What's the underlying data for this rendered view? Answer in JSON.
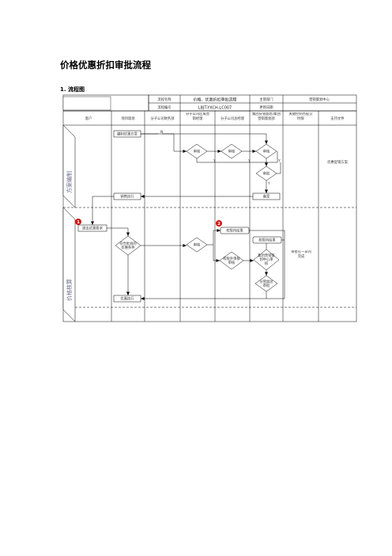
{
  "doc": {
    "title": "价格优惠折扣审批流程",
    "section": "1. 流程图"
  },
  "header": {
    "name_label": "流程名称",
    "name_value": "价格、优惠折扣审批流程",
    "dept_label": "主管部门",
    "dept_value": "营销策划中心",
    "code_label": "流程编号",
    "code_value": "LBJT-YXCH-LC007",
    "date_label": "更新日期",
    "date_value": ""
  },
  "columns": [
    "客户",
    "项目现场",
    "分子公司财务部",
    "分子公司区域营销经理",
    "分子公司总经理",
    "集团分管副总/集团营销策划部",
    "关键控制点提交时限",
    "支持文件"
  ],
  "lanes": [
    "方案编制",
    "价格核算"
  ],
  "nodes": {
    "draft": "编制优惠方案",
    "review1": "审核",
    "review2": "审核",
    "review3": "审核",
    "approve": "审批",
    "archive": "备案",
    "sales_exec": "销售执行",
    "cust_request": "提出优惠要求",
    "within_scope": "符合批准的优惠条件",
    "audit_check": "审核",
    "auth_within": "权限内结果",
    "auth_within2": "权限内结果",
    "auth_outside": "权限外审核审核",
    "group_review": "集团营销策划中心审核",
    "manager_approve": "分管副总审批",
    "discount_exec": "优惠执行"
  },
  "labels": {
    "yes": "Y",
    "no": "N",
    "time_limit": "审批在一日内完成",
    "support_doc": "优惠促销方案",
    "marker1": "1",
    "marker2": "2"
  }
}
